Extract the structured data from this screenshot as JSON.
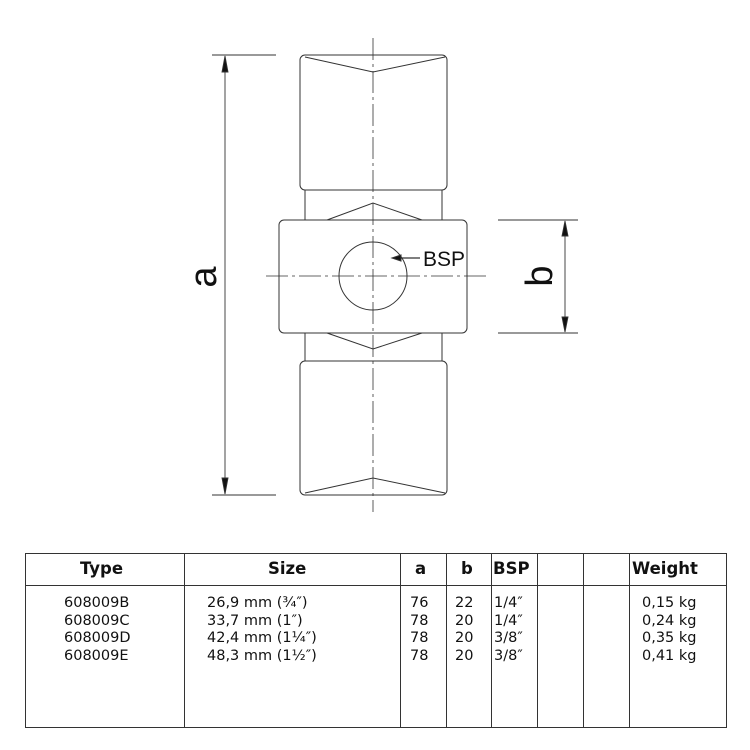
{
  "drawing": {
    "dimension_a_label": "a",
    "dimension_b_label": "b",
    "bsp_label": "BSP"
  },
  "table": {
    "headers": {
      "type": "Type",
      "size": "Size",
      "a": "a",
      "b": "b",
      "bsp": "BSP",
      "blank1": "",
      "blank2": "",
      "weight": "Weight"
    },
    "rows": [
      {
        "type": "608009B",
        "size": "26,9 mm (¾″)",
        "a": "76",
        "b": "22",
        "bsp": "1/4″",
        "weight": "0,15 kg"
      },
      {
        "type": "608009C",
        "size": "33,7 mm (1″)",
        "a": "78",
        "b": "20",
        "bsp": "1/4″",
        "weight": "0,24 kg"
      },
      {
        "type": "608009D",
        "size": "42,4 mm (1¼″)",
        "a": "78",
        "b": "20",
        "bsp": "3/8″",
        "weight": "0,35 kg"
      },
      {
        "type": "608009E",
        "size": "48,3 mm (1½″)",
        "a": "78",
        "b": "20",
        "bsp": "3/8″",
        "weight": "0,41 kg"
      }
    ]
  }
}
